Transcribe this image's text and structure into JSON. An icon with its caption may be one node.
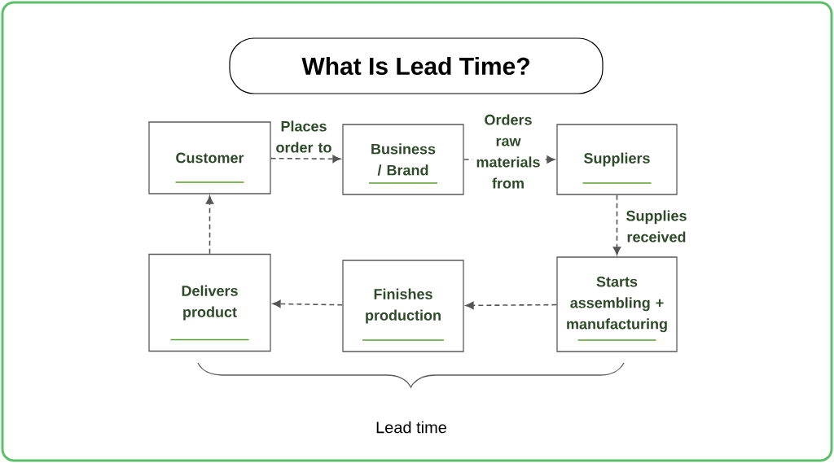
{
  "diagram": {
    "title": "What Is Lead Time?",
    "nodes": [
      {
        "text": [
          "Customer"
        ]
      },
      {
        "text": [
          "Business / Brand"
        ]
      },
      {
        "text": [
          "Suppliers"
        ]
      },
      {
        "text": [
          "Starts assembling + manufacturing"
        ]
      },
      {
        "text": [
          "Finishes production"
        ]
      },
      {
        "text": [
          "Delivers product"
        ]
      }
    ],
    "edges": [
      {
        "from": 0,
        "to": 1,
        "arrow": "to",
        "label": "Places order to",
        "style": "dashed"
      },
      {
        "from": 1,
        "to": 2,
        "arrow": "to",
        "label": "Orders raw materials from",
        "style": "dashed"
      },
      {
        "from": 2,
        "to": 3,
        "arrow": "to",
        "label": "Supplies received",
        "style": "dashed"
      },
      {
        "from": 3,
        "to": 4,
        "arrow": "to",
        "style": "dashed"
      },
      {
        "from": 4,
        "to": 5,
        "arrow": "to",
        "style": "dashed"
      },
      {
        "from": 5,
        "to": 0,
        "arrow": "to",
        "style": "dashed"
      }
    ],
    "labels": [
      "Lead time"
    ]
  }
}
